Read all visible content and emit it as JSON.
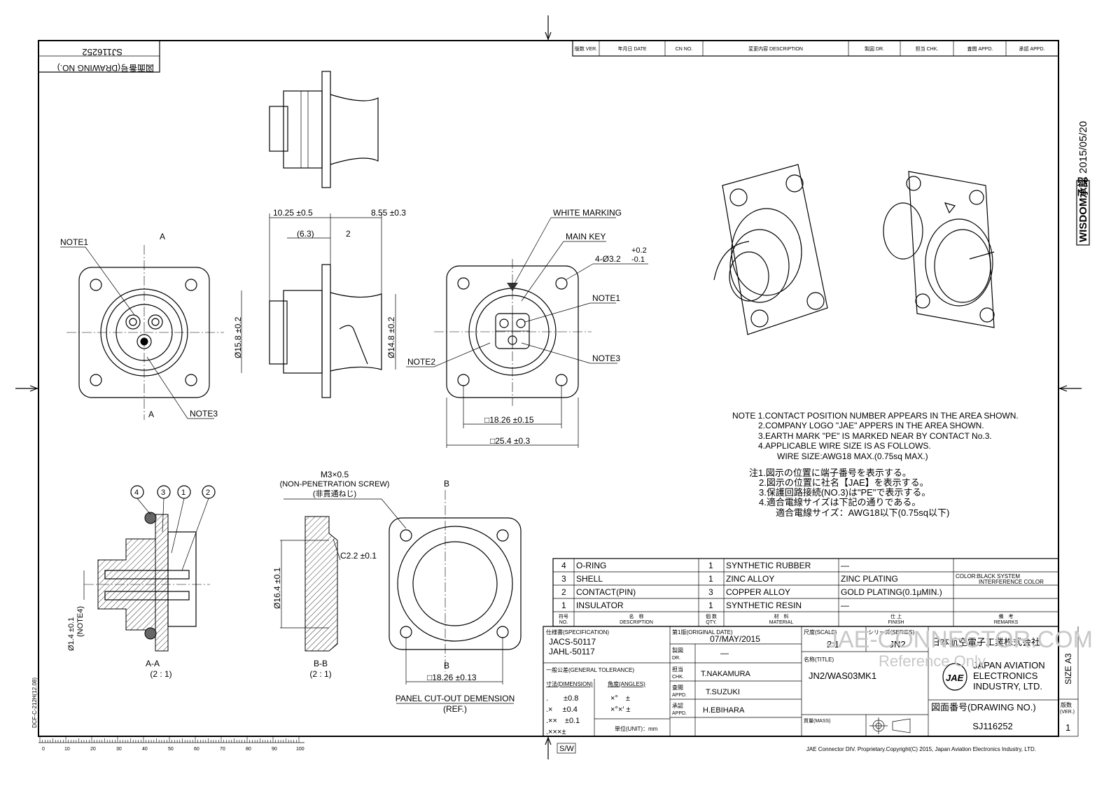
{
  "drawing_number_box": {
    "label": "図面番号(DRAWING NO.)",
    "value": "SJ116252"
  },
  "revision_header": [
    "版数 VER.",
    "年月日 DATE",
    "CN NO.",
    "変更内容 DESCRIPTION",
    "製図 DR.",
    "担当 CHK.",
    "査閲 APPD.",
    "承認 APPD."
  ],
  "approval_stamp": {
    "label": "WISDOM承認",
    "date": "2015/05/20"
  },
  "labels": {
    "white_marking": "WHITE MARKING",
    "main_key": "MAIN KEY",
    "note1": "NOTE1",
    "note2": "NOTE2",
    "note3": "NOTE3",
    "section_a": "A",
    "section_b": "B",
    "holes": "4-Ø3.2",
    "holes_tol_plus": "+0.2",
    "holes_tol_minus": "-0.1",
    "dim_10_25": "10.25 ±0.5",
    "dim_8_55": "8.55 ±0.3",
    "dim_6_3": "(6.3)",
    "dim_2": "2",
    "dim_15_8": "Ø15.8 ±0.2",
    "dim_14_8": "Ø14.8 ±0.2",
    "dim_18_26": "□18.26 ±0.15",
    "dim_25_4": "□25.4 ±0.3",
    "screw": "M3×0.5",
    "screw_note": "(NON-PENETRATION SCREW)",
    "screw_jp": "(非貫通ねじ)",
    "dim_c2_2": "C2.2 ±0.1",
    "dim_16_4": "Ø16.4 ±0.1",
    "dim_1_4": "Ø1.4 ±0.1",
    "dim_1_4_note": "(NOTE4)",
    "dim_cutout": "□18.26 ±0.13",
    "view_aa": "A-A",
    "view_aa_scale": "(2 : 1)",
    "view_bb": "B-B",
    "view_bb_scale": "(2 : 1)",
    "panel_cutout": "PANEL CUT-OUT DEMENSION",
    "panel_cutout_ref": "(REF.)",
    "balloons": [
      "4",
      "3",
      "1",
      "2"
    ],
    "form_code": "DCF-C-212H(12.08)",
    "sw": "S/W",
    "copyright": "JAE Connector DIV. Proprietary.Copyright(C) 2015, Japan Aviation Electronics Industry, LTD."
  },
  "scale_ruler": [
    "0",
    "10",
    "20",
    "30",
    "40",
    "50",
    "60",
    "70",
    "80",
    "90",
    "100"
  ],
  "notes_en": [
    "NOTE 1.CONTACT POSITION NUMBER APPEARS IN THE AREA SHOWN.",
    "2.COMPANY LOGO \"JAE\" APPERS IN THE AREA SHOWN.",
    "3.EARTH MARK \"PE\" IS MARKED NEAR BY CONTACT No.3.",
    "4.APPLICABLE WIRE SIZE IS AS FOLLOWS.",
    "WIRE SIZE:AWG18 MAX.(0.75sq MAX.)"
  ],
  "notes_jp": [
    "注1.図示の位置に端子番号を表示する。",
    "2.図示の位置に社名【JAE】を表示する。",
    "3.保護回路接続(NO.3)は\"PE\"で表示する。",
    "4.適合電線サイズは下記の通りである。",
    "適合電線サイズ：AWG18以下(0.75sq以下)"
  ],
  "parts_table": {
    "rows": [
      {
        "no": "4",
        "description": "O-RING",
        "qty": "1",
        "material": "SYNTHETIC RUBBER",
        "finish": "—",
        "remarks": ""
      },
      {
        "no": "3",
        "description": "SHELL",
        "qty": "1",
        "material": "ZINC ALLOY",
        "finish": "ZINC PLATING",
        "remarks": "COLOR:BLACK SYSTEM",
        "remarks2": "INTERFERENCE COLOR"
      },
      {
        "no": "2",
        "description": "CONTACT(PIN)",
        "qty": "3",
        "material": "COPPER ALLOY",
        "finish": "GOLD PLATING(0.1μMIN.)",
        "remarks": ""
      },
      {
        "no": "1",
        "description": "INSULATOR",
        "qty": "1",
        "material": "SYNTHETIC RESIN",
        "finish": "—",
        "remarks": ""
      }
    ],
    "headers": {
      "no": [
        "符号",
        "NO."
      ],
      "description": [
        "名　称",
        "DESCRIPTION"
      ],
      "qty": [
        "個 数",
        "QTY."
      ],
      "material": [
        "材　料",
        "MATERIAL"
      ],
      "finish": [
        "仕 上",
        "FINISH"
      ],
      "remarks": [
        "備　考",
        "REMARKS"
      ]
    }
  },
  "title_block": {
    "spec_label": "仕様書(SPECIFICATION)",
    "spec": [
      "JACS-50117",
      "JAHL-50117"
    ],
    "orig_date_label": "第1版(ORIGINAL DATE)",
    "orig_date": "07/MAY/2015",
    "dr_label": [
      "製図",
      "DR."
    ],
    "dr": "—",
    "chk_label": [
      "担当",
      "CHK."
    ],
    "chk": "T.NAKAMURA",
    "appd1_label": [
      "査閲",
      "APPD."
    ],
    "appd1": "T.SUZUKI",
    "appd2_label": [
      "承認",
      "APPD."
    ],
    "appd2": "H.EBIHARA",
    "tol_label": "一般公差(GENERAL TOLERANCE)",
    "dim_label": "寸法(DIMENSION)",
    "ang_label": "角度(ANGLES)",
    "dims": [
      ".　　±0.8",
      ".×　 ±0.4",
      ".××　±0.1",
      ".×××±"
    ],
    "angles": [
      "×°　±",
      "×°×′ ±"
    ],
    "unit": "単位(UNIT)：mm",
    "scale_label": "尺度(SCALE)",
    "scale": "2:1",
    "series_label": "シリーズ(SERIES)",
    "series": "JN2",
    "title_label": "名称(TITLE)",
    "title": "JN2/WAS03MK1",
    "mass_label": "質量(MASS)",
    "company_jp": "日本航空電子工業株式会社",
    "company_en": [
      "JAPAN AVIATION",
      "ELECTRONICS",
      "INDUSTRY, LTD."
    ],
    "logo": "JAE",
    "drawing_no_label": "図面番号(DRAWING NO.)",
    "drawing_no": "SJ116252",
    "size_label": "SIZE",
    "size": "A3",
    "ver_label": [
      "版数",
      "(VER.)"
    ],
    "ver": "1"
  },
  "watermark": {
    "line1": "JAE-CONNECTOR.COM",
    "line2": "Reference Only"
  }
}
